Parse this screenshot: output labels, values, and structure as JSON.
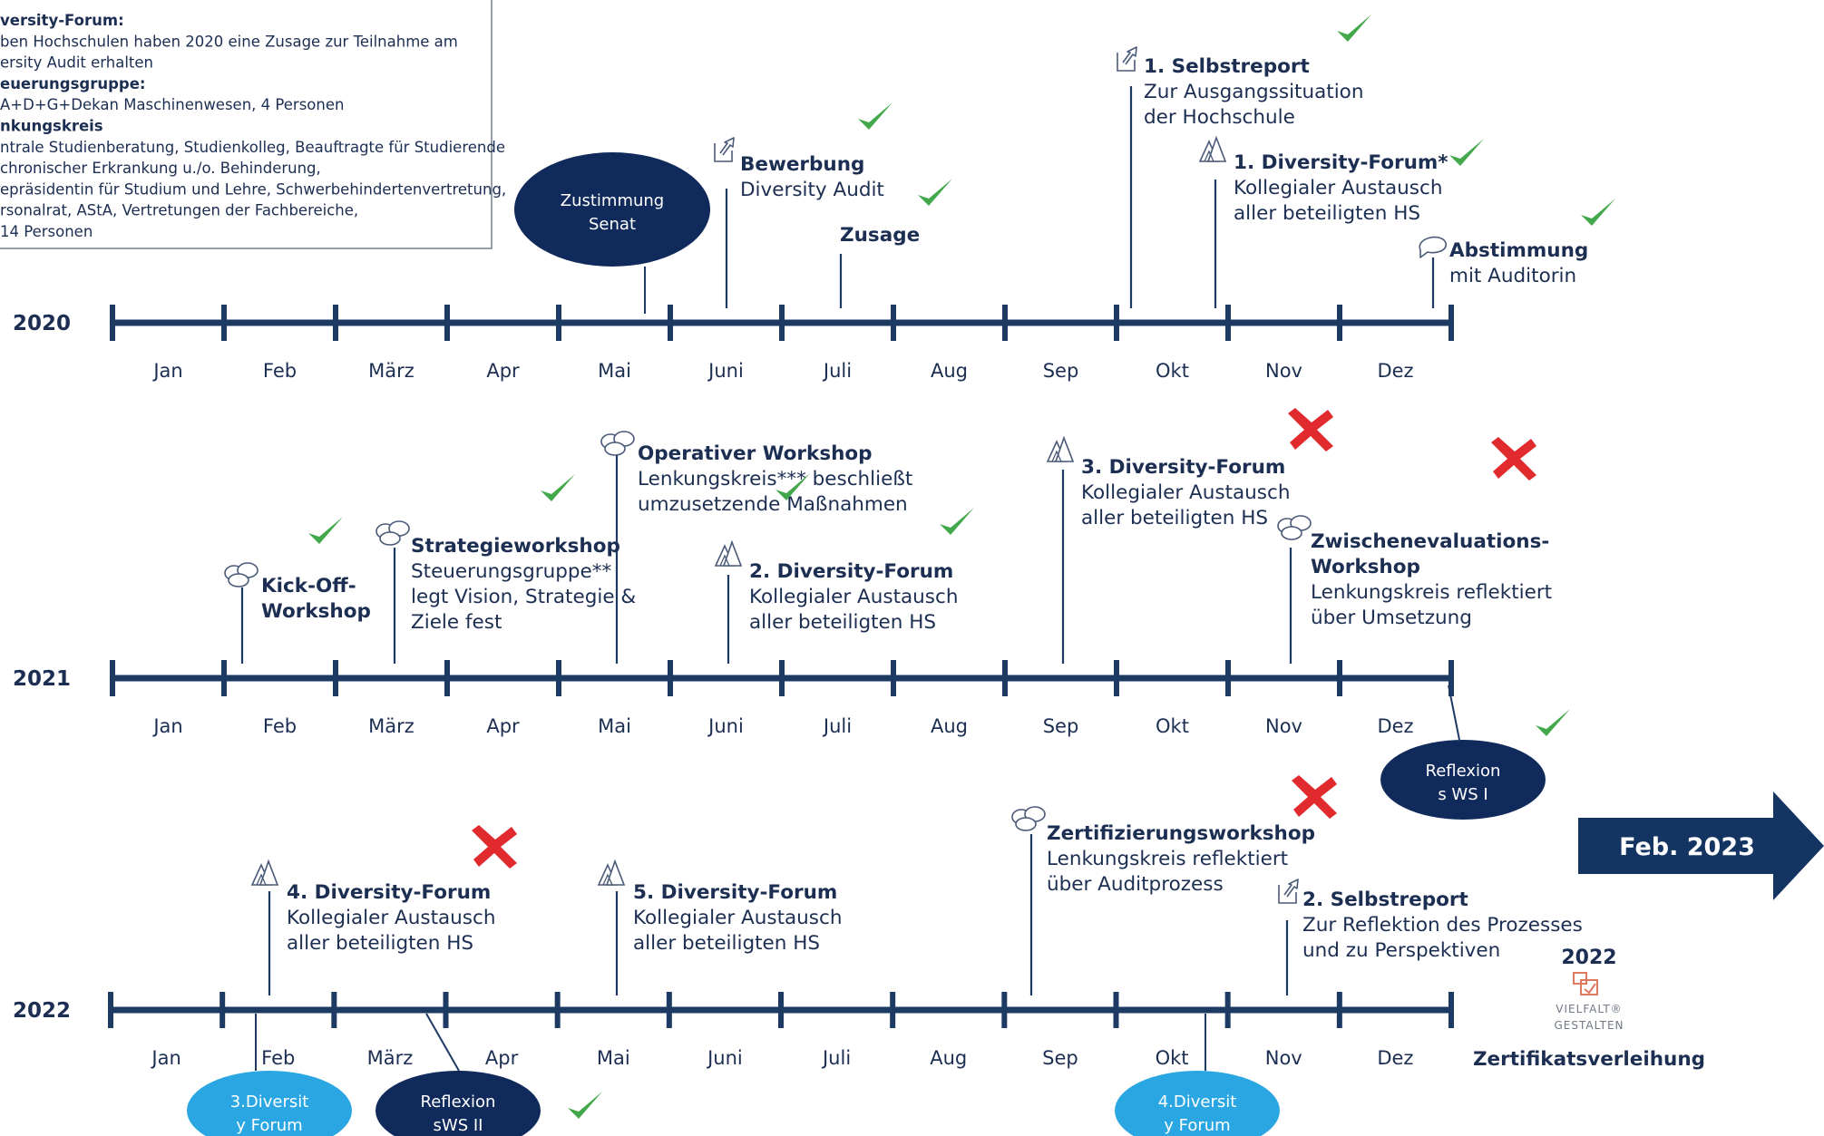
{
  "colors": {
    "navy": "#1c2e52",
    "line": "#1d3a63",
    "oval_dark": "#102a5c",
    "oval_light": "#2aa6e2",
    "check": "#43a84b",
    "cross": "#e02a2e",
    "arrow": "#143462"
  },
  "legend": {
    "lines": [
      {
        "text": "versity-Forum:",
        "bold": true
      },
      {
        "text": "ben Hochschulen haben 2020 eine Zusage zur Teilnahme am",
        "bold": false
      },
      {
        "text": "ersity Audit erhalten",
        "bold": false
      },
      {
        "text": "euerungsgruppe:",
        "bold": true
      },
      {
        "text": "A+D+G+Dekan Maschinenwesen, 4 Personen",
        "bold": false
      },
      {
        "text": "nkungskreis",
        "bold": true
      },
      {
        "text": "ntrale Studienberatung, Studienkolleg, Beauftragte für Studierende",
        "bold": false
      },
      {
        "text": "chronischer Erkrankung u./o. Behinderung,",
        "bold": false
      },
      {
        "text": "epräsidentin für Studium und Lehre, Schwerbehindertenvertretung,",
        "bold": false
      },
      {
        "text": "rsonalrat, AStA, Vertretungen der Fachbereiche,",
        "bold": false
      },
      {
        "text": "14 Personen",
        "bold": false
      }
    ]
  },
  "months": [
    "Jan",
    "Feb",
    "März",
    "Apr",
    "Mai",
    "Juni",
    "Juli",
    "Aug",
    "Sep",
    "Okt",
    "Nov",
    "Dez"
  ],
  "rows": [
    {
      "year": "2020",
      "events": [
        {
          "title": "Bewerbung",
          "desc": [
            "Diversity Audit"
          ],
          "icon": "document-icon",
          "status": "check"
        },
        {
          "title": "Zusage",
          "desc": [],
          "icon": "",
          "status": "check"
        },
        {
          "title": "1. Selbstreport",
          "desc": [
            "Zur Ausgangssituation",
            "der Hochschule"
          ],
          "icon": "document-icon",
          "status": "check"
        },
        {
          "title": "1. Diversity-Forum*",
          "desc": [
            "Kollegialer Austausch",
            "aller beteiligten HS"
          ],
          "icon": "triangles-icon",
          "status": "check"
        },
        {
          "title": "Abstimmung",
          "desc": [
            "mit Auditorin"
          ],
          "icon": "speech-bubble-icon",
          "status": "check"
        }
      ],
      "ovals": [
        {
          "lines": [
            "Zustimmung",
            "Senat"
          ],
          "style": "dark"
        }
      ]
    },
    {
      "year": "2021",
      "events": [
        {
          "title": "Kick-Off-",
          "title2": "Workshop",
          "desc": [],
          "icon": "clouds-icon",
          "status": "check"
        },
        {
          "title": "Strategieworkshop",
          "desc": [
            "Steuerungsgruppe**",
            "legt Vision, Strategie &",
            "Ziele fest"
          ],
          "icon": "clouds-icon",
          "status": "check"
        },
        {
          "title": "Operativer Workshop",
          "desc": [
            "Lenkungskreis*** beschließt",
            "umzusetzende Maßnahmen"
          ],
          "icon": "clouds-icon",
          "status": "check"
        },
        {
          "title": "2. Diversity-Forum",
          "desc": [
            "Kollegialer Austausch",
            "aller beteiligten HS"
          ],
          "icon": "triangles-icon",
          "status": "check"
        },
        {
          "title": "3. Diversity-Forum",
          "desc": [
            "Kollegialer Austausch",
            "aller beteiligten HS"
          ],
          "icon": "triangles-icon",
          "status": "cross"
        },
        {
          "title": "Zwischenevaluations-",
          "title2": "Workshop",
          "desc": [
            "Lenkungskreis reflektiert",
            "über Umsetzung"
          ],
          "icon": "clouds-icon",
          "status": "cross"
        }
      ],
      "ovals": [
        {
          "lines": [
            "Reflexion",
            "s WS I"
          ],
          "style": "dark",
          "status": "check"
        }
      ]
    },
    {
      "year": "2022",
      "events": [
        {
          "title": "4. Diversity-Forum",
          "desc": [
            "Kollegialer Austausch",
            "aller beteiligten HS"
          ],
          "icon": "triangles-icon",
          "status": "cross"
        },
        {
          "title": "5. Diversity-Forum",
          "desc": [
            "Kollegialer Austausch",
            "aller beteiligten HS"
          ],
          "icon": "triangles-icon",
          "status": ""
        },
        {
          "title": "Zertifizierungsworkshop",
          "desc": [
            "Lenkungskreis reflektiert",
            "über Auditprozess"
          ],
          "icon": "clouds-icon",
          "status": "cross"
        },
        {
          "title": "2. Selbstreport",
          "desc": [
            "Zur Reflektion des Prozesses",
            "und zu Perspektiven"
          ],
          "icon": "document-icon",
          "status": ""
        }
      ],
      "ovals": [
        {
          "lines": [
            "3.Diversit",
            "y Forum"
          ],
          "style": "light"
        },
        {
          "lines": [
            "Reflexion",
            "sWS II"
          ],
          "style": "dark",
          "status": "check"
        },
        {
          "lines": [
            "4.Diversit",
            "y Forum"
          ],
          "style": "light"
        }
      ]
    }
  ],
  "arrow": {
    "label": "Feb. 2023"
  },
  "certificate": {
    "year": "2022",
    "brand_line1": "VIELFALT®",
    "brand_line2": "GESTALTEN",
    "label": "Zertifikatsverleihung"
  }
}
